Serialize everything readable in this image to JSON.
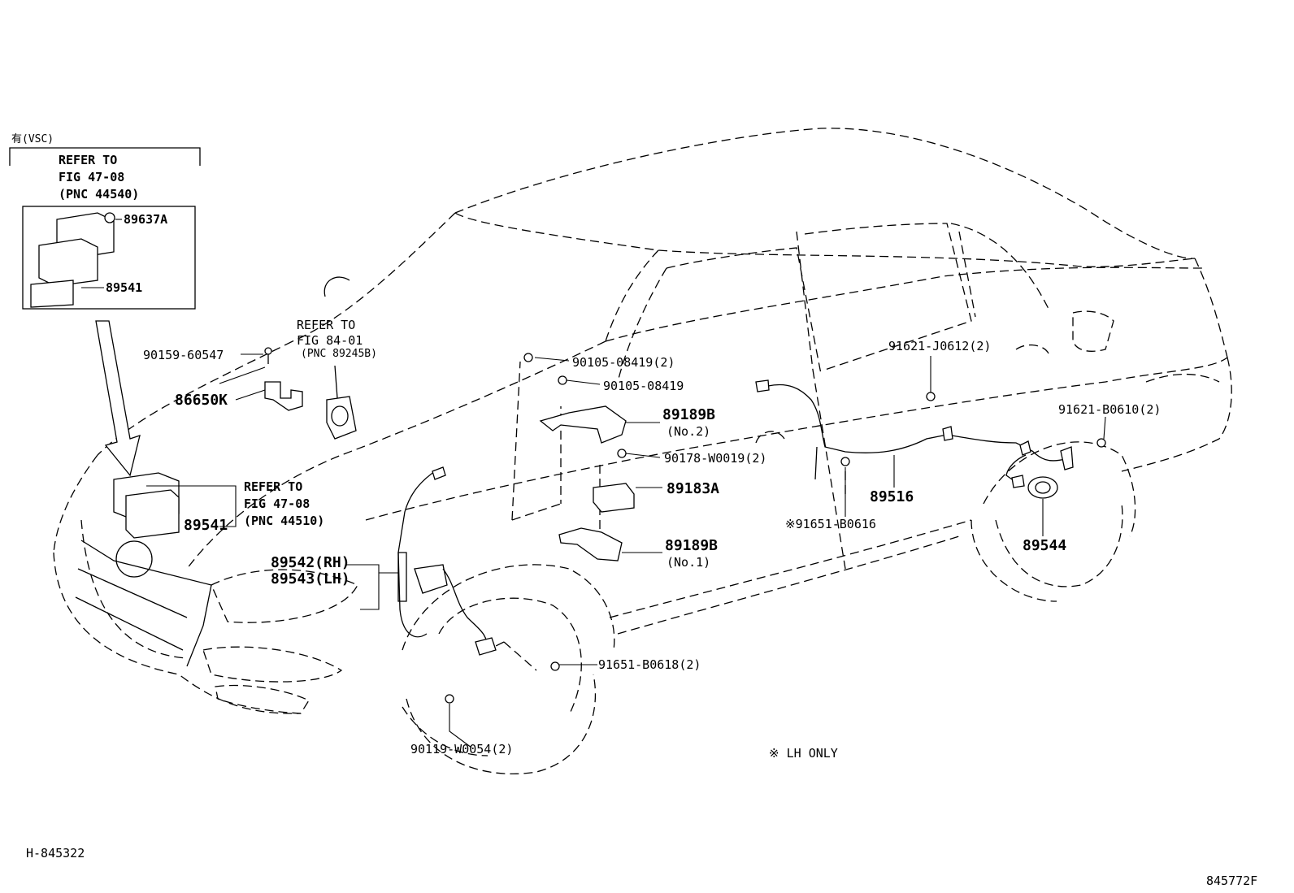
{
  "vsc_note": "有(VSC)",
  "refer_box_top": {
    "line1": "REFER TO",
    "line2": "FIG 47-08",
    "line3": "(PNC 44540)",
    "part_a": "89637A",
    "part_b": "89541"
  },
  "refer_hood": {
    "line1": "REFER TO",
    "line2": "FIG 84-01",
    "line3": "(PNC 89245B)"
  },
  "refer_front": {
    "line1": "REFER TO",
    "line2": "FIG 47-08",
    "line3": "(PNC 44510)",
    "part": "89541"
  },
  "labels": {
    "p90159": "90159-60547",
    "p86650K": "86650K",
    "p90105a": "90105-08419(2)",
    "p90105b": "90105-08419",
    "p89189B_2": "89189B",
    "p89189B_2_sub": "(No.2)",
    "p90178": "90178-W0019(2)",
    "p89183A": "89183A",
    "p89189B_1": "89189B",
    "p89189B_1_sub": "(No.1)",
    "p89542": "89542(RH)",
    "p89543": "89543(LH)",
    "p91651_618": "91651-B0618(2)",
    "p90119": "90119-W0054(2)",
    "p91621_J": "91621-J0612(2)",
    "p91621_B": "91621-B0610(2)",
    "p89516": "89516",
    "p91651_616": "※91651-B0616",
    "p89544": "89544",
    "lh_only": "※ LH ONLY"
  },
  "footer": {
    "left_code": "H-845322",
    "right_code": "845772F"
  }
}
